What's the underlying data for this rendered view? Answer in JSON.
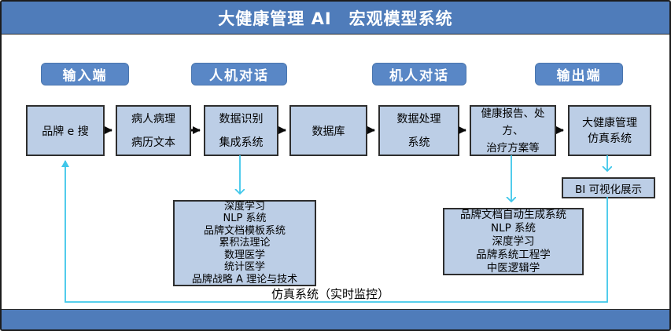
{
  "title": "大健康管理 AI　宏观模型系统",
  "stages": [
    "输入端",
    "人机对话",
    "机人对话",
    "输出端"
  ],
  "flow_boxes": [
    {
      "lines": [
        "品牌 e 搜"
      ]
    },
    {
      "lines": [
        "病人病理",
        "病历文本"
      ]
    },
    {
      "lines": [
        "数据识别",
        "集成系统"
      ]
    },
    {
      "lines": [
        "数据库"
      ]
    },
    {
      "lines": [
        "数据处理",
        "系统"
      ]
    },
    {
      "lines": [
        "健康报告、处方、",
        "治疗方案等"
      ]
    },
    {
      "lines": [
        "大健康管理",
        "仿真系统"
      ]
    }
  ],
  "analysis_stack_box": {
    "lines": [
      "深度学习",
      "NLP 系统",
      "品牌文档模板系统",
      "累积法理论",
      "数理医学",
      "统计医学",
      "品牌战略 A 理论与技术"
    ]
  },
  "generation_stack_box": {
    "lines": [
      "品牌文档自动生成系统",
      "NLP 系统",
      "深度学习",
      "品牌系统工程学",
      "中医逻辑学"
    ]
  },
  "bi_box_label": "BI 可视化展示",
  "feedback_label": "仿真系统（实时监控）",
  "colors": {
    "banner_blue": "#4f7cba",
    "stage_pill_blue": "#5987c6",
    "box_fill_light_blue": "#bccee6",
    "box_border": "#2e2e2e",
    "connector_cyan": "#3fc7ea",
    "flow_arrow_black": "#0a0a0a",
    "title_text": "#ffffff"
  }
}
